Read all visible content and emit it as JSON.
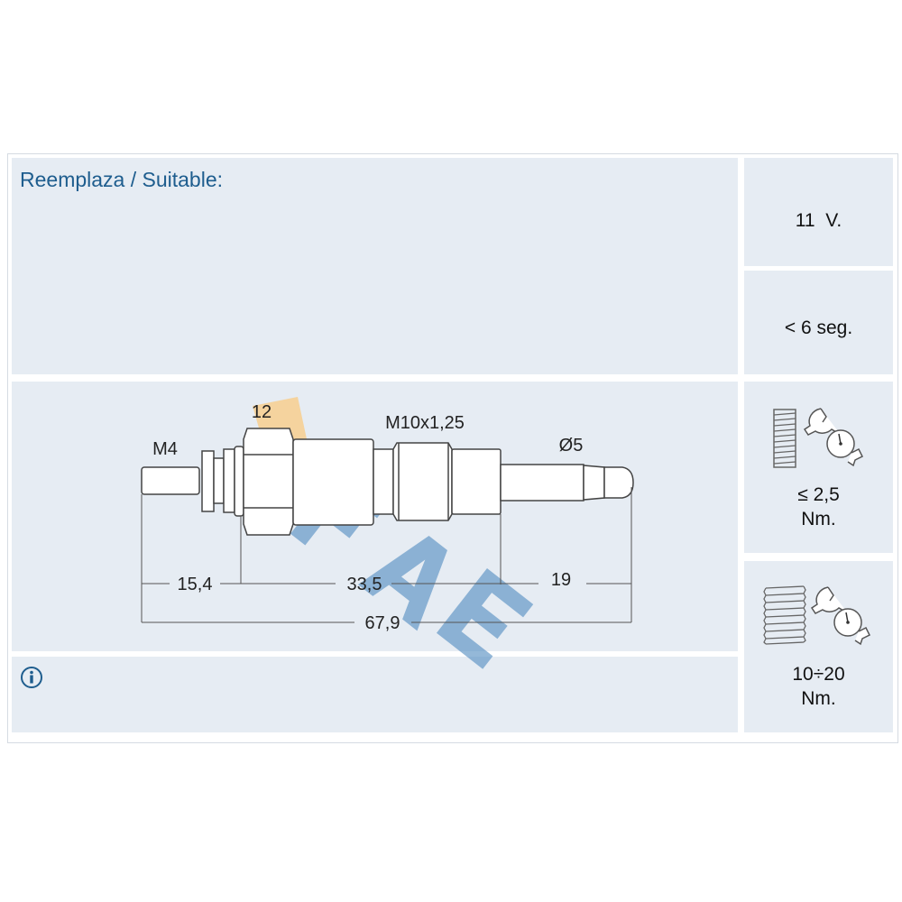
{
  "header": {
    "title": "Reemplaza / Suitable:"
  },
  "specs": {
    "voltage": "11  V.",
    "heating_time": "< 6 seg.",
    "torque_electrical": {
      "value": "≤ 2,5",
      "unit": "Nm."
    },
    "torque_thread": {
      "value": "10÷20",
      "unit": "Nm."
    }
  },
  "drawing": {
    "labels": {
      "terminal": "M4",
      "hex": "12",
      "thread": "M10x1,25",
      "diameter": "Ø5"
    },
    "dimensions": {
      "d1": "15,4",
      "d2": "33,5",
      "d3": "19",
      "total": "67,9"
    }
  },
  "watermark": {
    "text": "FAE"
  },
  "colors": {
    "cell": "#e6ecf3",
    "title": "#1e5d8e",
    "watermark": "#5b93c4"
  },
  "icons": [
    "info-icon",
    "thread-fine-icon",
    "thread-coarse-icon",
    "torque-wrench-icon"
  ]
}
